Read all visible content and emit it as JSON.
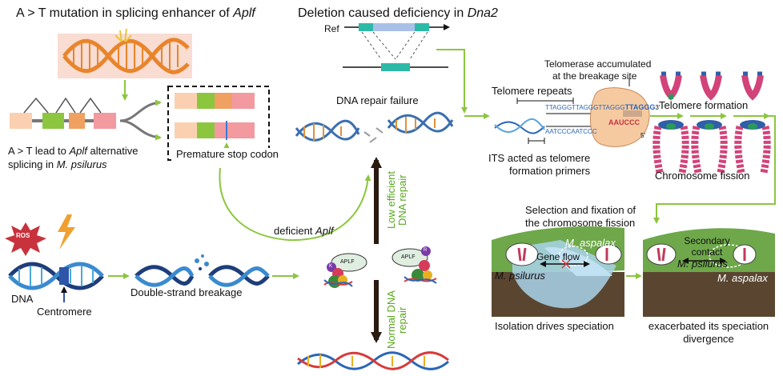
{
  "top_left": {
    "title_prefix": "A > T mutation in splicing enhancer of ",
    "title_gene": "Aplf",
    "result_prefix": "A > T lead to ",
    "result_gene": "Aplf",
    "result_suffix": " alternative",
    "result_line2_prefix": "splicing in ",
    "result_species": "M. psilurus",
    "stop_codon_label": "Premature stop codon"
  },
  "top_middle": {
    "title_prefix": "Deletion caused deficiency in ",
    "title_gene": "Dna2",
    "ref_label": "Ref",
    "repair_failure_label": "DNA repair failure"
  },
  "top_right": {
    "telomerase_label_line1": "Telomerase accumulated",
    "telomerase_label_line2": "at the breakage site",
    "telomere_repeats_label": "Telomere repeats",
    "seq_top": "TTAGGGTTAGGGTTAGGG",
    "seq_top_bold": "TTAGGG",
    "seq_bottom": "AATCCCAATCCC",
    "seq_template": "AAUCCC",
    "prime3": "3'",
    "prime5": "5'",
    "its_label_line1": "ITS acted as telomere",
    "its_label_line2": "formation primers",
    "telomere_formation_label": "Telomere formation",
    "chromosome_fission_label": "Chromosome fission"
  },
  "bottom_left": {
    "ros_label": "ROS",
    "dna_label": "DNA",
    "centromere_label": "Centromere",
    "dsb_label": "Double-strand breakage",
    "deficient_prefix": "deficient ",
    "deficient_gene": "Aplf"
  },
  "bottom_middle": {
    "aplf_label_left": "APLF",
    "aplf_label_right": "APLF",
    "k_label": "K",
    "r_label": "R",
    "low_repair_line1": "Low efficient",
    "low_repair_line2": "DNA repair",
    "normal_repair_line1": "Normal DNA",
    "normal_repair_line2": "repair"
  },
  "bottom_right": {
    "selection_line1": "Selection and fixation of",
    "selection_line2": "the chromosome fission",
    "species_aspalax": "M. aspalax",
    "species_psilurus": "M. psilurus",
    "gene_flow_label": "Gene flow",
    "secondary_line1": "Secondary",
    "secondary_line2": "contact",
    "species_psilurus_2": "M. psilurus",
    "species_aspalax_2": "M. aspalax",
    "isolation_label": "Isolation drives speciation",
    "exacerbated_line1": "exacerbated its speciation",
    "exacerbated_line2": "divergence"
  },
  "colors": {
    "arrow_green": "#8cc63f",
    "text_green": "#5aa61e",
    "dna_orange": "#e8852c",
    "exon_peach": "#fbd0b0",
    "exon_green": "#8cc63f",
    "exon_orange": "#f0a060",
    "exon_pink": "#f29aa0",
    "land_green": "#6ea84a",
    "soil_brown": "#5a4630",
    "water_blue": "#a9d3ea",
    "chromo_pink": "#d2437a",
    "chromo_blue": "#2f5fa8",
    "telomerase_peach": "#f6caa0",
    "ros_red": "#c8323c"
  }
}
